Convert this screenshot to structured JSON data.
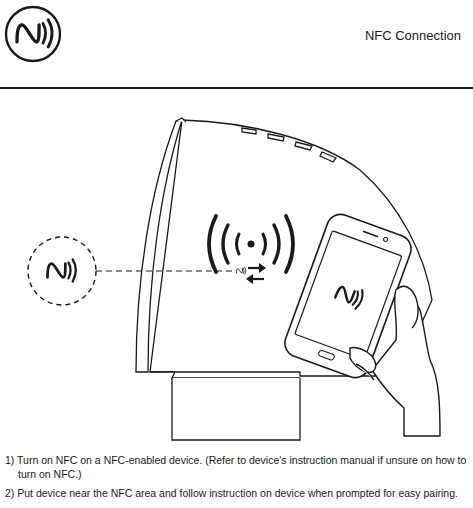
{
  "diagram": {
    "title": "NFC Connection",
    "labels": [
      "1) Turn on NFC on a NFC-enabled device. (Refer to device's instruction manual if unsure on how to turn on NFC.)",
      "2) Put device near the NFC area and follow instruction on device when prompted for easy pairing."
    ]
  }
}
